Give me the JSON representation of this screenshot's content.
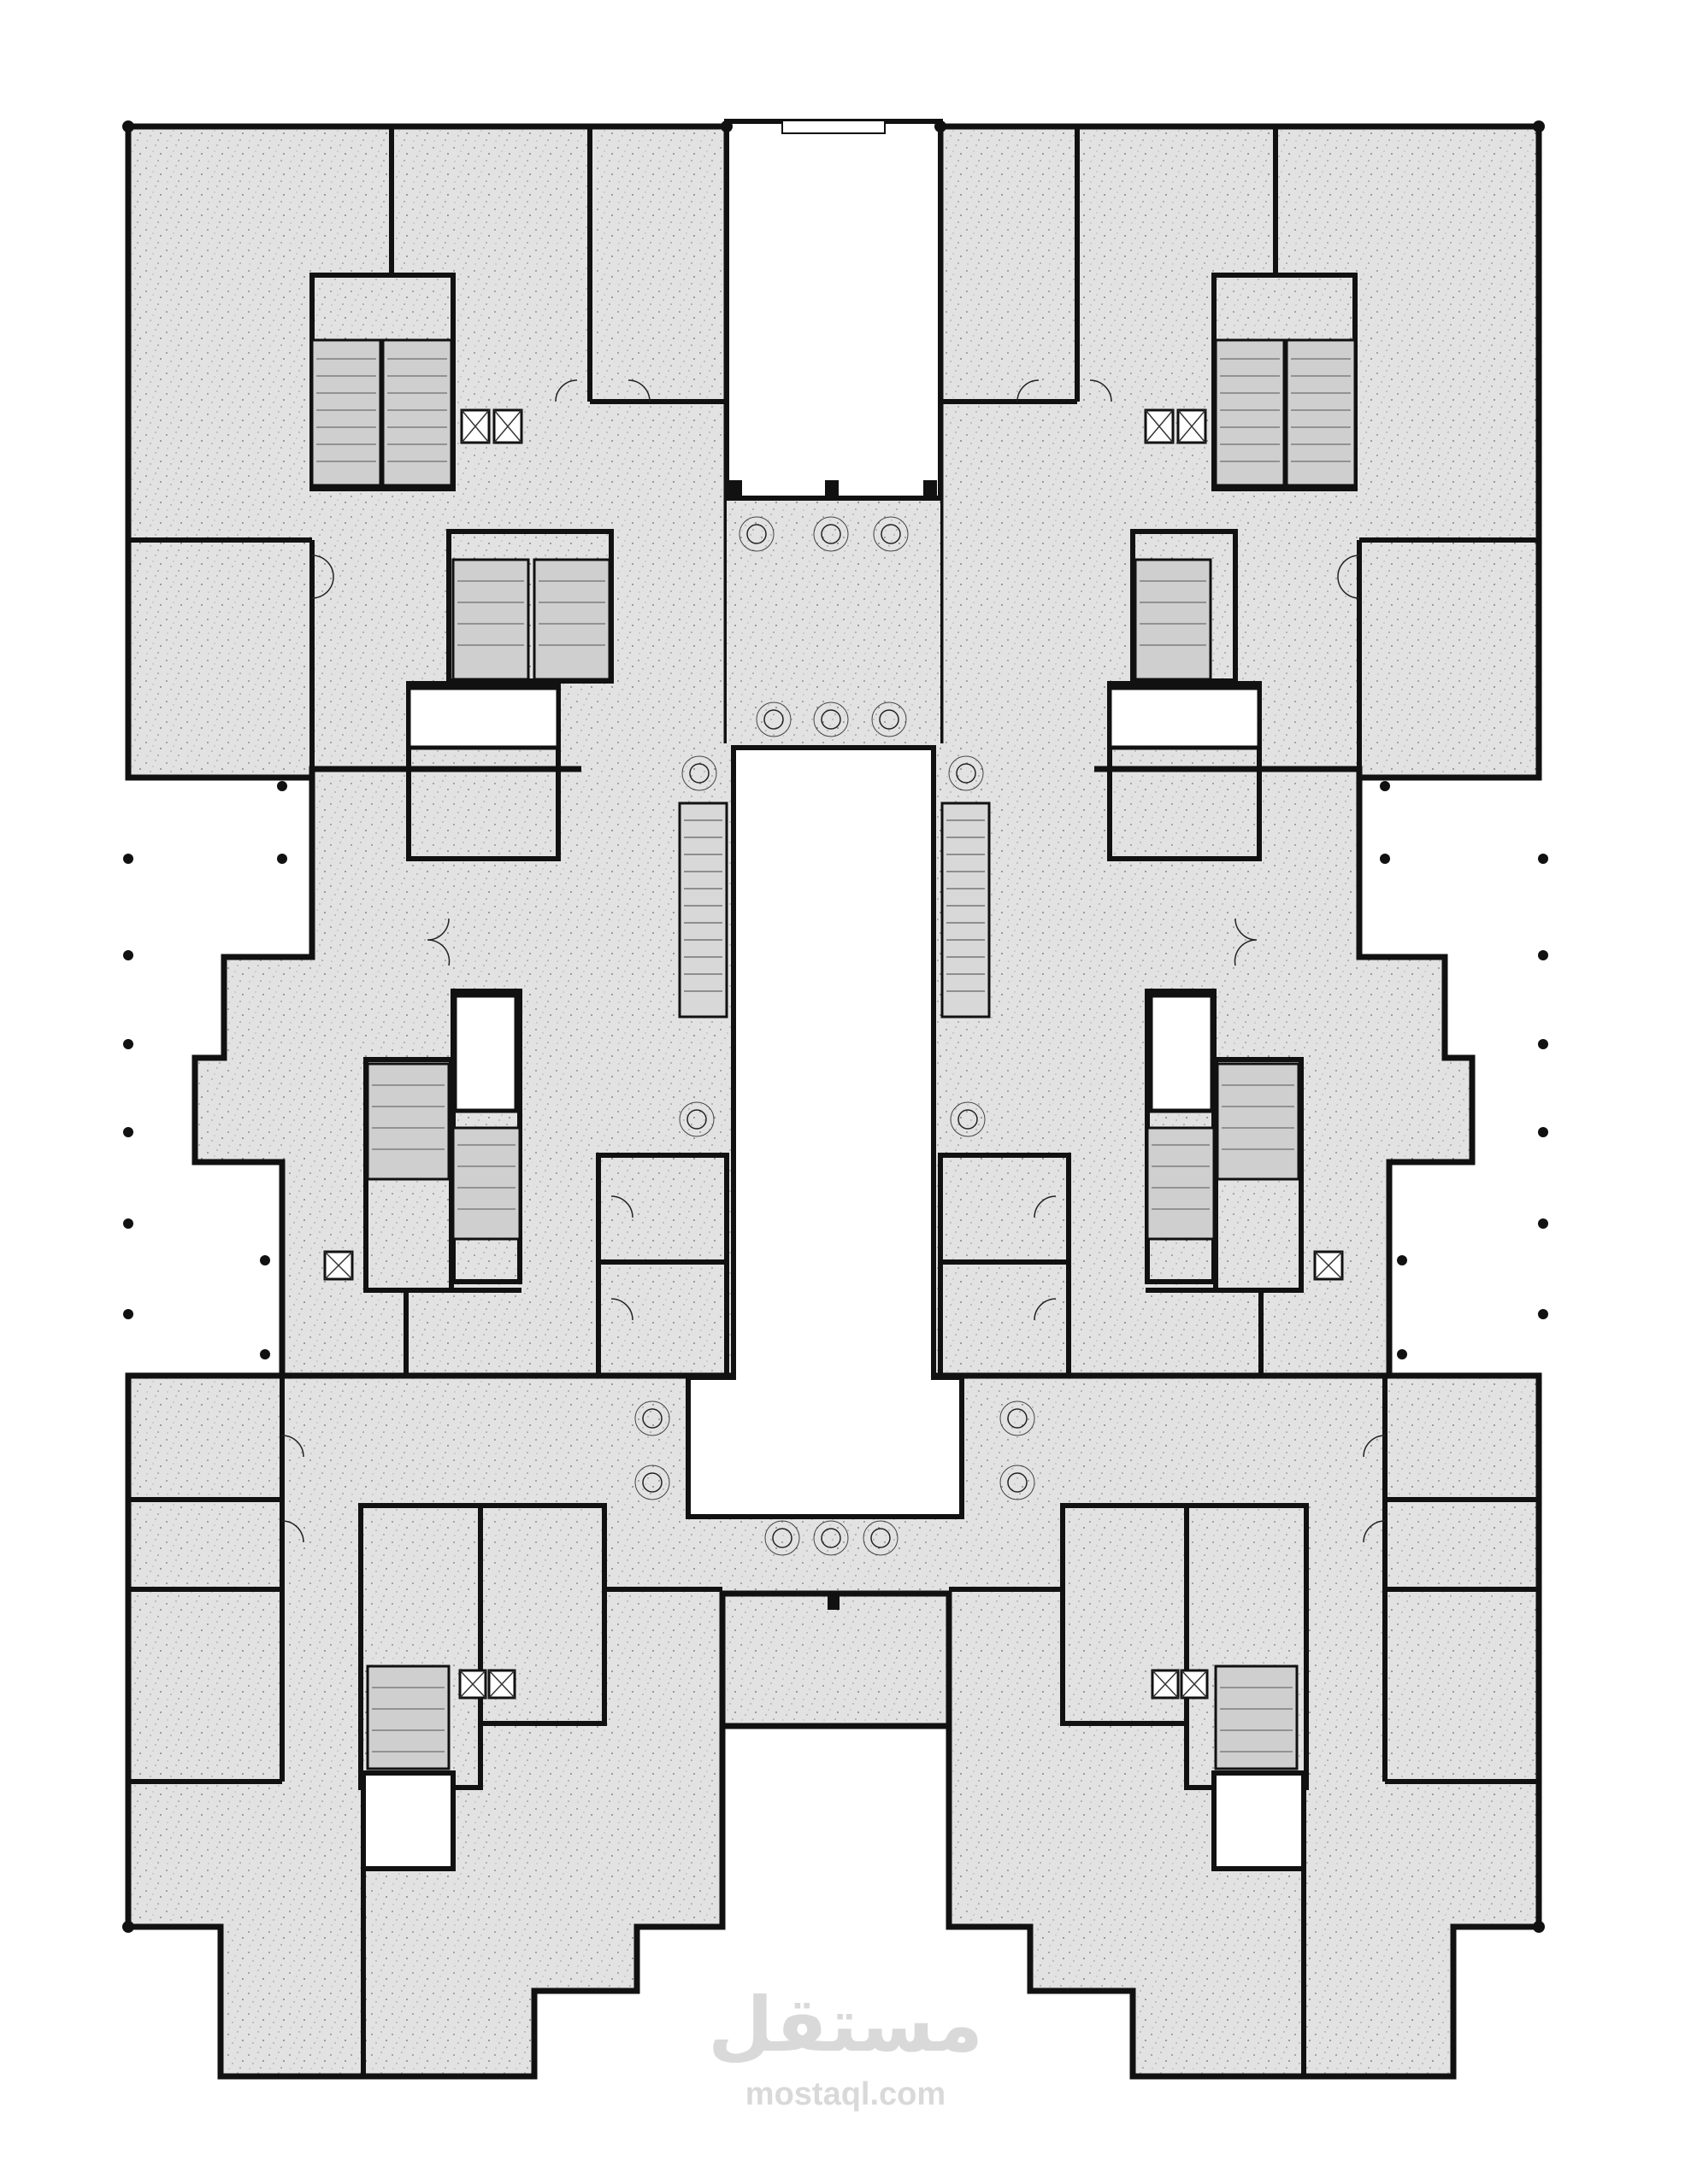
{
  "drawing": {
    "type": "floor-plan",
    "fill_color": "#e2e2e2",
    "wall_color": "#1a1a1a",
    "void_color": "#ffffff",
    "stair_color": "#cfcfcf"
  },
  "watermark": {
    "arabic": "مستقل",
    "latin": "mostaql.com"
  }
}
